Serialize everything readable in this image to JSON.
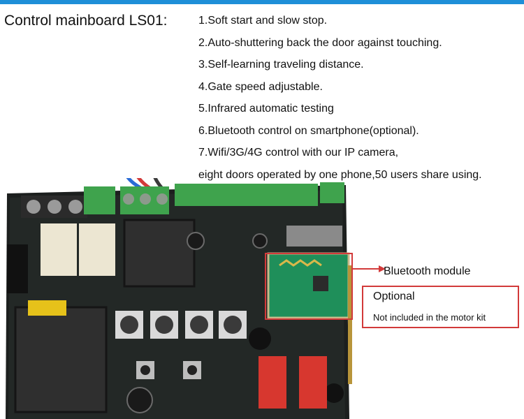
{
  "header": {
    "title": "Control mainboard LS01:"
  },
  "features": [
    "1.Soft start and slow stop.",
    "2.Auto-shuttering back the door against touching.",
    "3.Self-learning traveling distance.",
    "4.Gate speed adjustable.",
    "5.Infrared automatic testing",
    "6.Bluetooth control on smartphone(optional).",
    "7.Wifi/3G/4G control with our IP camera,",
    "eight doors operated by one phone,50 users share using."
  ],
  "callout": {
    "bluetooth_label": "Bluetooth module",
    "optional_title": "Optional",
    "optional_note": "Not included in the motor kit",
    "accent_color": "#d23a3a"
  },
  "board": {
    "pcb_color": "#1c1f1e",
    "terminal_color": "#3fa34d",
    "module_color": "#1f8f5a"
  },
  "brand": {
    "topbar_color": "#1e8fd8"
  }
}
